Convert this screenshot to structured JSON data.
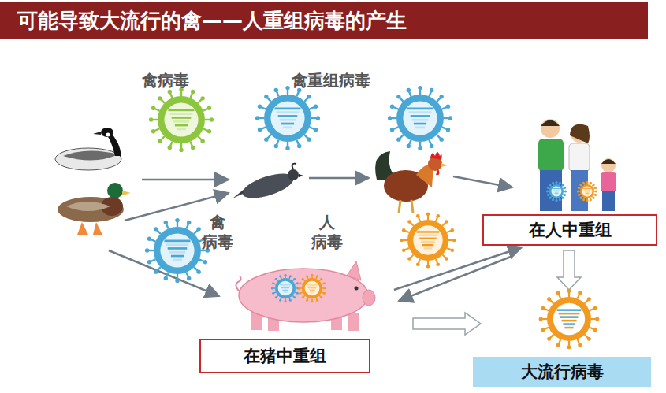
{
  "diagram": {
    "title": "可能导致大流行的禽——人重组病毒的产生",
    "nodes": [
      {
        "text": [
          "在人中重组"
        ]
      },
      {
        "text": [
          "在猪中重组"
        ]
      },
      {
        "text": [
          "大流行病毒"
        ]
      }
    ],
    "labels": [
      "禽病毒",
      "禽重组病毒",
      "禽 病毒",
      "人 病毒"
    ]
  }
}
